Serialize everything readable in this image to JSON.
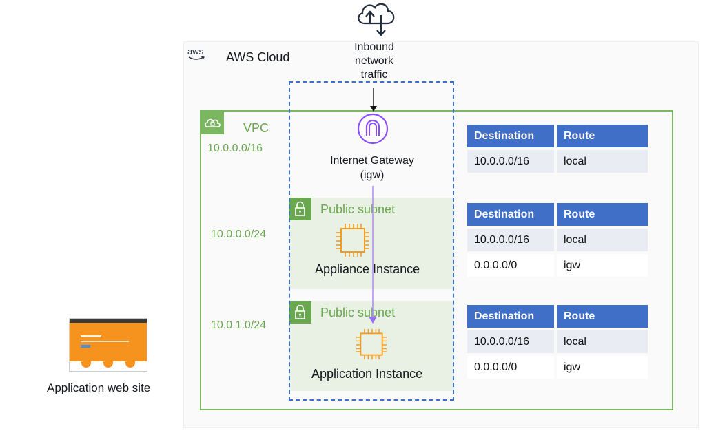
{
  "aws": {
    "logo_text": "aws",
    "title": "AWS Cloud"
  },
  "inbound": {
    "label_line1": "Inbound",
    "label_line2": "network",
    "label_line3": "traffic"
  },
  "vpc": {
    "label": "VPC",
    "cidr": "10.0.0.0/16"
  },
  "igw": {
    "label_line1": "Internet Gateway",
    "label_line2": "(igw)"
  },
  "subnets": [
    {
      "label": "Public subnet",
      "cidr": "10.0.0.0/24",
      "instance": "Appliance Instance"
    },
    {
      "label": "Public subnet",
      "cidr": "10.0.1.0/24",
      "instance": "Application Instance"
    }
  ],
  "route_tables": [
    {
      "headers": [
        "Destination",
        "Route"
      ],
      "rows": [
        [
          "10.0.0.0/16",
          "local"
        ]
      ]
    },
    {
      "headers": [
        "Destination",
        "Route"
      ],
      "rows": [
        [
          "10.0.0.0/16",
          "local"
        ],
        [
          "0.0.0.0/0",
          "igw"
        ]
      ]
    },
    {
      "headers": [
        "Destination",
        "Route"
      ],
      "rows": [
        [
          "10.0.0.0/16",
          "local"
        ],
        [
          "0.0.0.0/0",
          "igw"
        ]
      ]
    }
  ],
  "website": {
    "label": "Application web site"
  },
  "colors": {
    "vpc_green": "#7bb661",
    "table_header": "#3f6fc6",
    "igw_purple": "#8c4fff",
    "ec2_orange": "#f29c1f",
    "dashed_blue": "#3b6fd4"
  }
}
